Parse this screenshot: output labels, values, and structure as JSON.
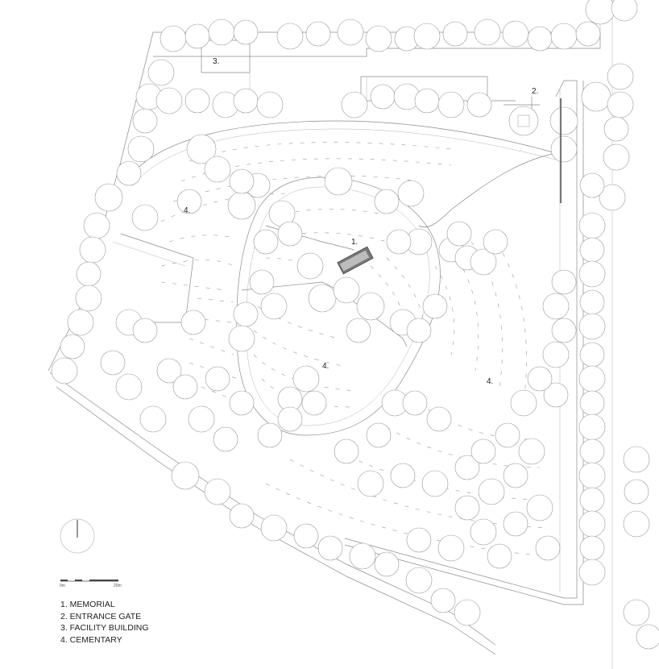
{
  "labels": {
    "memorial": "1.",
    "gate": "2.",
    "facility": "3.",
    "cemetery_left": "4.",
    "cemetery_center": "4.",
    "cemetery_right": "4."
  },
  "scale": {
    "start": "0m",
    "end": "20m"
  },
  "legend": [
    "1. MEMORIAL",
    "2. ENTRANCE GATE",
    "3. FACILITY BUILDING",
    "4. CEMENTARY"
  ]
}
